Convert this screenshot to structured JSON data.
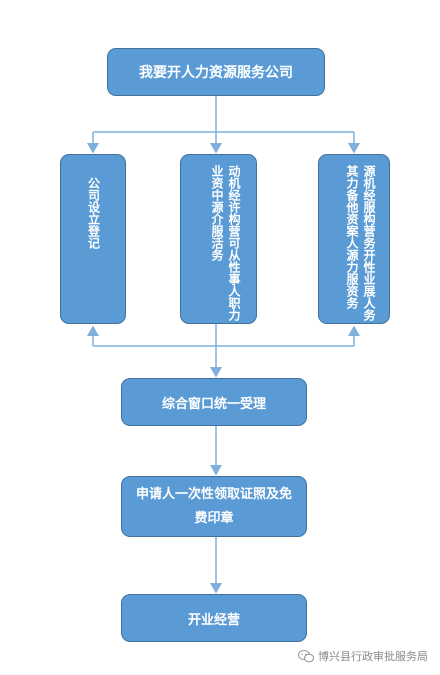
{
  "flow": {
    "top": "我要开人力资源服务公司",
    "branch_1": "公司设立登记",
    "branch_2": "动机经许构营可从性事人职力业资中源介服活务",
    "branch_3": "源机经服构营务开性业展人务其力备他资案人源力服资务",
    "single_window": "综合窗口统一受理",
    "apply": "申请人一次性领取证照及免费印章",
    "open": "开业经营"
  },
  "watermark": {
    "text": "博兴县行政审批服务局",
    "icon": "wechat-icon"
  },
  "colors": {
    "box_fill": "#5b9bd5",
    "box_border": "#41719c",
    "connector": "#7fb0dc",
    "text": "#ffffff"
  }
}
